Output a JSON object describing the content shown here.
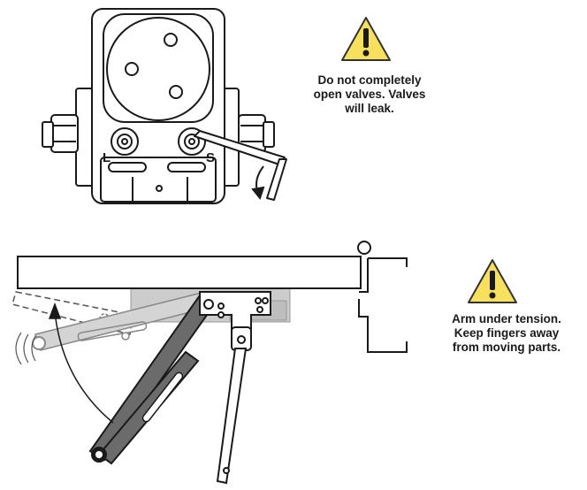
{
  "warnings": [
    {
      "icon": "warning-triangle-icon",
      "text": "Do not completely\nopen valves. Valves\nwill leak."
    },
    {
      "icon": "warning-triangle-icon",
      "text": "Arm under tension.\nKeep fingers away\nfrom moving parts."
    }
  ],
  "valve_labels": {
    "left": "L",
    "right": "S"
  },
  "colors": {
    "warning_fill": "#f6e05e",
    "warning_stroke": "#333333",
    "line": "#1a1a1a",
    "arm_dark": "#6b6b6b",
    "arm_light": "#b5b5b5"
  }
}
